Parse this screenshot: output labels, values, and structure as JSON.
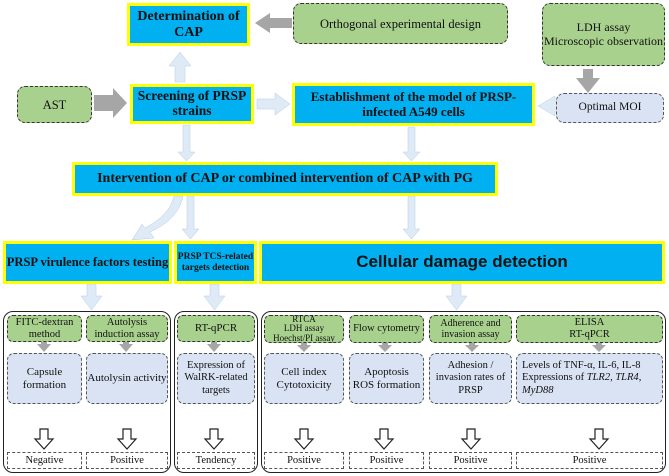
{
  "top": {
    "determination": "Determination of CAP",
    "orthogonal": "Orthogonal experimental design",
    "ldh": "LDH assay\nMicroscopic observation",
    "ast": "AST",
    "screening": "Screening of PRSP strains",
    "establishment": "Establishment of the model of PRSP-infected A549 cells",
    "optimal_moi": "Optimal MOI",
    "intervention": "Intervention of CAP or combined intervention of CAP with PG"
  },
  "sections": {
    "virulence": "PRSP virulence factors testing",
    "tcs": "PRSP TCS-related targets detection",
    "cellular": "Cellular damage detection"
  },
  "methods": {
    "fitc": "FITC-dextran method",
    "autolysis_induction": "Autolysis induction assay",
    "rtqpcr": "RT-qPCR",
    "rtca": "RTCA\nLDH assay\nHoechst/PI assay",
    "flow": "Flow cytometry",
    "adherence": "Adherence and invasion assay",
    "elisa": "ELISA\nRT-qPCR"
  },
  "measures": {
    "capsule": "Capsule formation",
    "autolysin": "Autolysin activity",
    "walrk": "Expression of WalRK-related targets",
    "cell_index": "Cell index\nCytotoxicity",
    "apoptosis": "Apoptosis\nROS formation",
    "adhesion": "Adhesion / invasion rates of PRSP",
    "levels_line1": "Levels of TNF-α, IL-6, IL-8",
    "levels_line2_prefix": "Expressions of ",
    "levels_tlr2": "TLR2",
    "levels_tlr4": "TLR4",
    "levels_myd88": "MyD88"
  },
  "results": {
    "negative": "Negative",
    "positive1": "Positive",
    "tendency": "Tendency",
    "positive2": "Positive",
    "positive3": "Positive",
    "positive4": "Positive",
    "positive5": "Positive"
  },
  "colors": {
    "blue_box": "#00B0F0",
    "yellow_border": "#FFFF00",
    "green_box": "#A9D18E",
    "light_blue_box": "#DAE3F3",
    "light_arrow": "#DEEBF7",
    "gray_arrow": "#A6A6A6"
  }
}
